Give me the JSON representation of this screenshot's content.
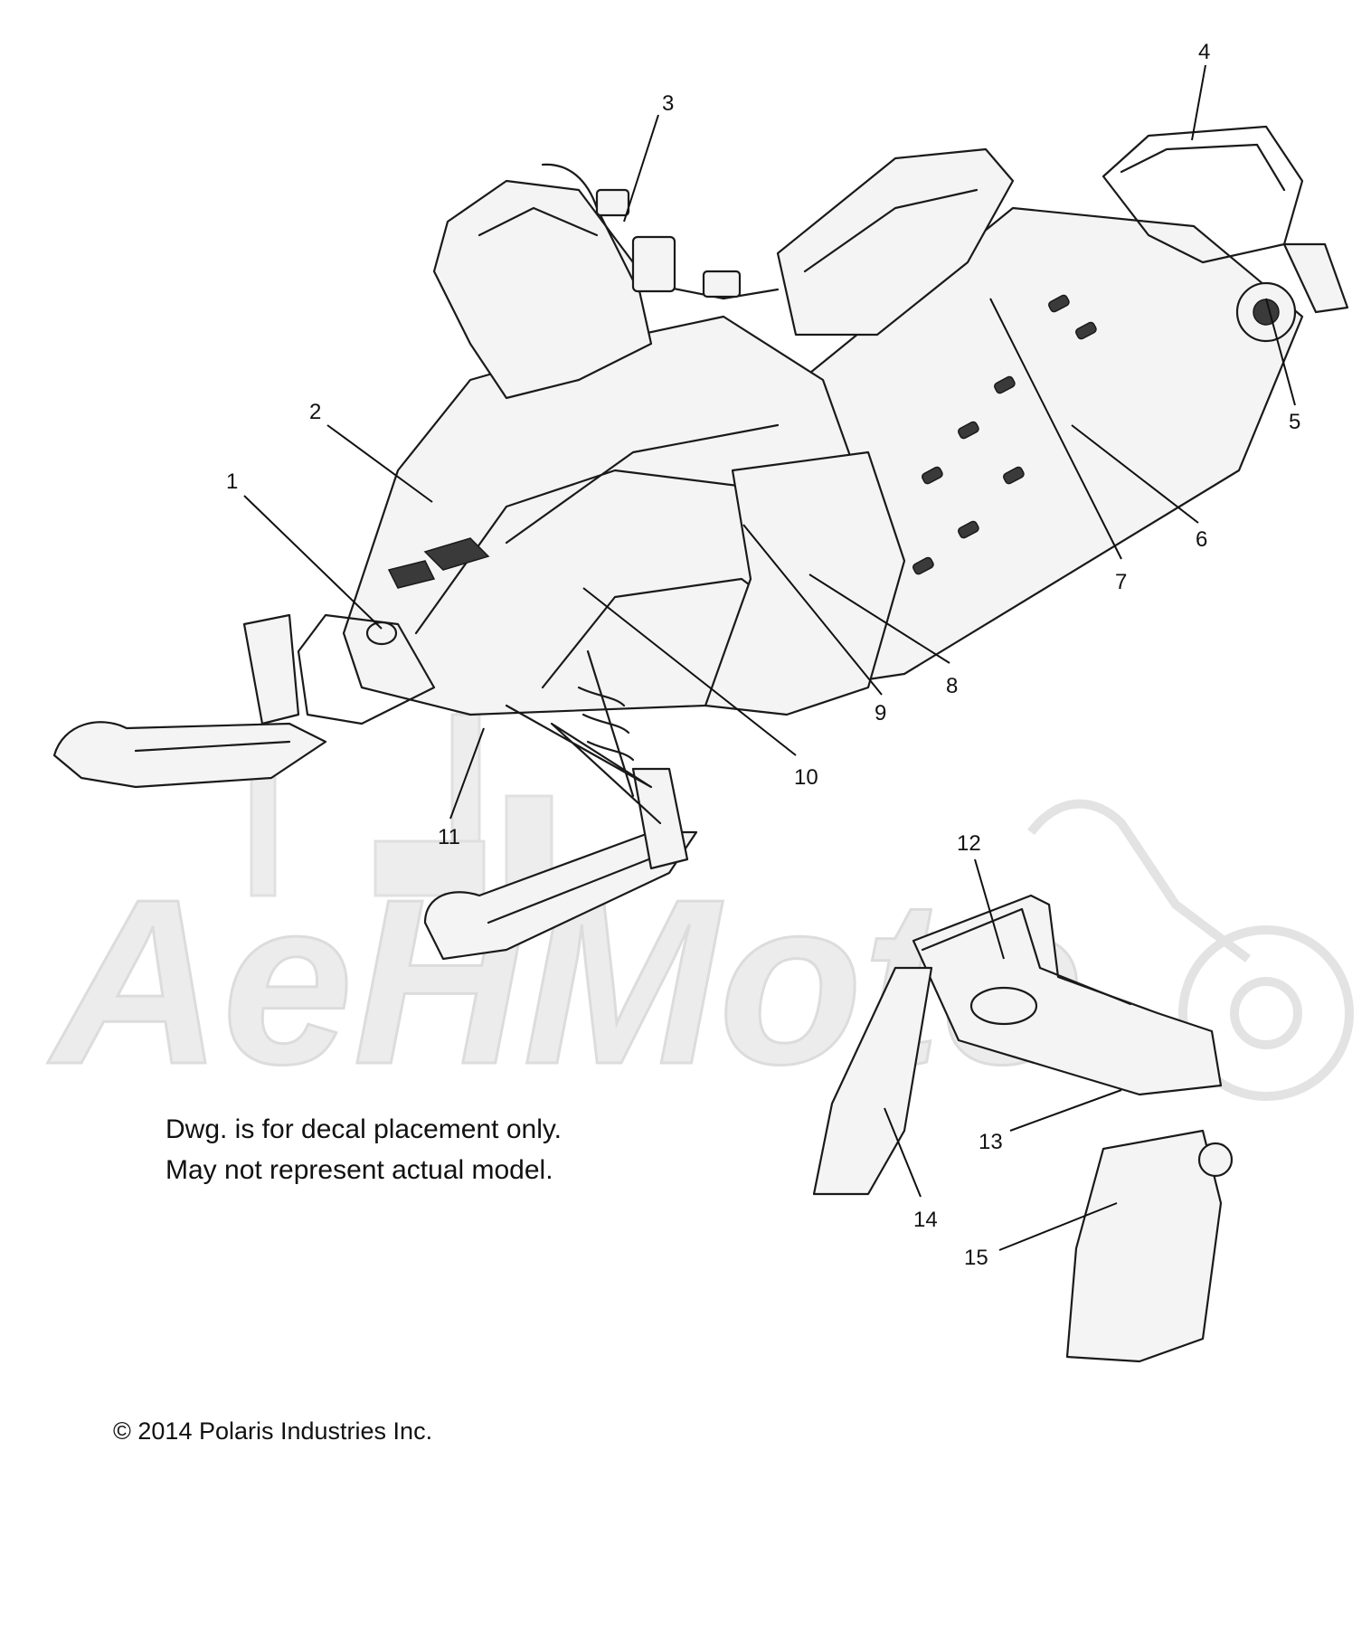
{
  "watermark": {
    "text": "AeHMoto"
  },
  "callouts": [
    {
      "id": "1",
      "label": "1"
    },
    {
      "id": "2",
      "label": "2"
    },
    {
      "id": "3",
      "label": "3"
    },
    {
      "id": "4",
      "label": "4"
    },
    {
      "id": "5",
      "label": "5"
    },
    {
      "id": "6",
      "label": "6"
    },
    {
      "id": "7",
      "label": "7"
    },
    {
      "id": "8",
      "label": "8"
    },
    {
      "id": "9",
      "label": "9"
    },
    {
      "id": "10",
      "label": "10"
    },
    {
      "id": "11",
      "label": "11"
    },
    {
      "id": "12",
      "label": "12"
    },
    {
      "id": "13",
      "label": "13"
    },
    {
      "id": "14",
      "label": "14"
    },
    {
      "id": "15",
      "label": "15"
    }
  ],
  "note": {
    "line1": "Dwg. is for decal placement only.",
    "line2": "May not represent actual model."
  },
  "copyright": "© 2014 Polaris Industries Inc."
}
